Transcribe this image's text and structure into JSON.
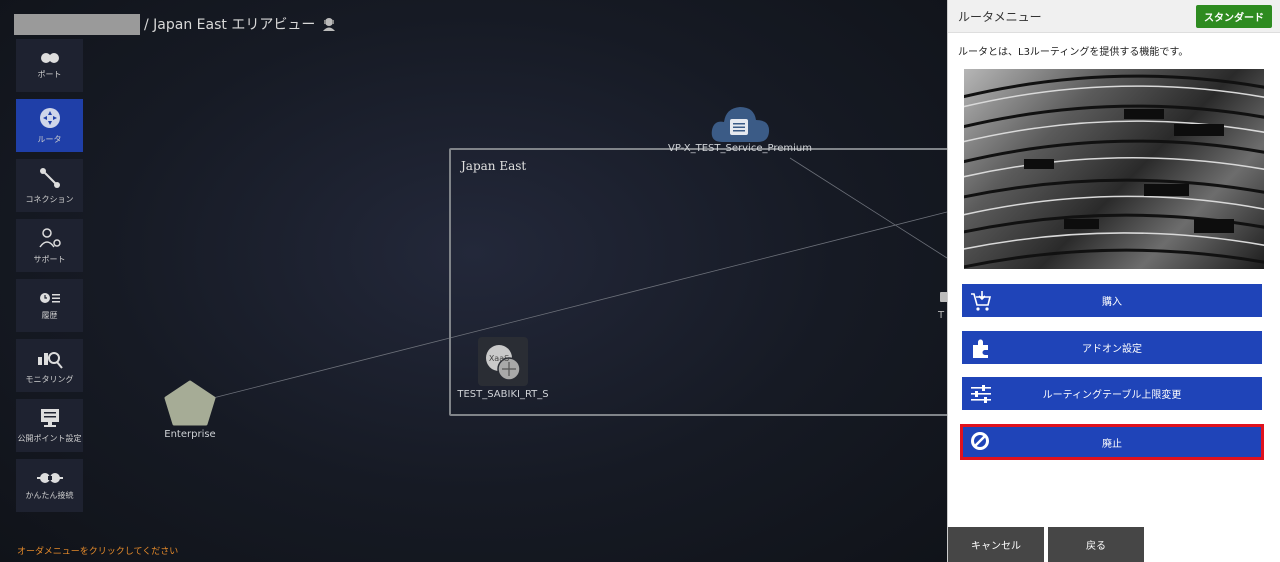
{
  "header": {
    "title": "/ Japan East エリアビュー"
  },
  "sidebar": {
    "items": [
      {
        "label": "ポート",
        "icon": "port-icon"
      },
      {
        "label": "ルータ",
        "icon": "router-icon"
      },
      {
        "label": "コネクション",
        "icon": "connection-icon"
      },
      {
        "label": "サポート",
        "icon": "support-icon"
      },
      {
        "label": "履歴",
        "icon": "history-icon"
      },
      {
        "label": "モニタリング",
        "icon": "monitoring-icon"
      },
      {
        "label": "公開ポイント設定",
        "icon": "public-point-icon"
      },
      {
        "label": "かんたん接続",
        "icon": "easy-connect-icon"
      }
    ],
    "active_index": 1,
    "hint": "オーダメニューをクリックしてください"
  },
  "canvas": {
    "region_label": "Japan East",
    "cloud_node_label": "VP-X_TEST_Service_Premium",
    "router_node_label": "TEST_SABIKI_RT_S",
    "router_badge": "XaaS",
    "enterprise_label": "Enterprise",
    "edge_label_fragment": "T"
  },
  "panel": {
    "title": "ルータメニュー",
    "badge": "スタンダード",
    "description": "ルータとは、L3ルーティングを提供する機能です。",
    "buttons": {
      "buy": "購入",
      "addon": "アドオン設定",
      "routing": "ルーティングテーブル上限変更",
      "discard": "廃止"
    },
    "footer": {
      "cancel": "キャンセル",
      "back": "戻る"
    }
  },
  "colors": {
    "accent": "#1f44b8",
    "badge": "#2e8b20",
    "highlight": "#e0121e",
    "hint": "#e58a2a"
  }
}
